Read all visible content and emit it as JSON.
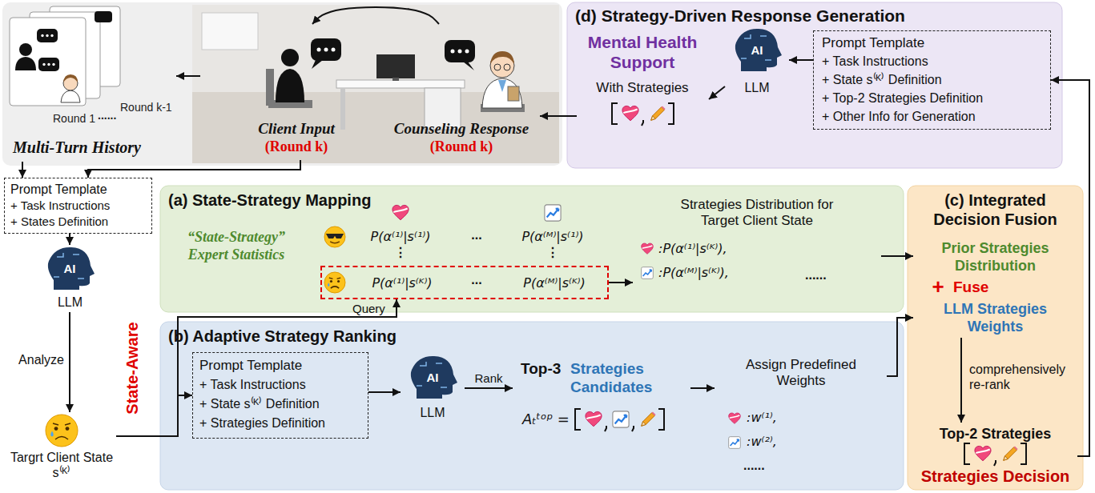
{
  "diagram": {
    "nodes": [
      {
        "text": [
          "Round 1",
          "......",
          "Round k-1",
          "Multi-Turn History"
        ]
      },
      {
        "text": [
          "Client Input",
          "(Round k)"
        ]
      },
      {
        "text": [
          "Counseling Response",
          "(Round k)"
        ]
      },
      {
        "text": [
          "(d) Strategy-Driven Response Generation"
        ]
      },
      {
        "text": [
          "Mental Health Support",
          "With Strategies"
        ],
        "in": 3
      },
      {
        "text": [
          "AI",
          "LLM"
        ],
        "in": 3
      },
      {
        "text": [
          "Prompt Template",
          "+ Task Instructions",
          "+ State s⁽ᴷ⁾ Definition",
          "+ Top-2 Strategies Definition",
          "+ Other Info for Generation"
        ],
        "in": 3
      },
      {
        "text": [
          "Prompt Template",
          "+ Task Instructions",
          "+ States Definition"
        ]
      },
      {
        "text": [
          "AI",
          "LLM"
        ]
      },
      {
        "text": [
          "Targrt Client State s⁽ᴷ⁾"
        ]
      },
      {
        "text": [
          "(a) State-Strategy Mapping",
          "“State-Strategy” Expert Statistics"
        ]
      },
      {
        "text": [
          "P(α⁽¹⁾|s⁽ᴷ⁾)",
          "P(α⁽ᴹ⁾|s⁽ᴷ⁾)"
        ],
        "in": 10
      },
      {
        "text": [
          "Strategies Distribution for Target Client State",
          ":P(α⁽¹⁾|s⁽ᴷ⁾),",
          ":P(α⁽ᴹ⁾|s⁽ᴷ⁾),",
          "......"
        ],
        "in": 10
      },
      {
        "text": [
          "(b) Adaptive Strategy Ranking"
        ]
      },
      {
        "text": [
          "Prompt Template",
          "+ Task Instructions",
          "+ State s⁽ᴷ⁾ Definition",
          "+ Strategies Definition"
        ],
        "in": 13
      },
      {
        "text": [
          "AI",
          "LLM"
        ],
        "in": 13
      },
      {
        "text": [
          "Top-3",
          "Strategies Candidates",
          "Aₜᵗᵒᵖ ="
        ],
        "in": 13
      },
      {
        "text": [
          "Assign Predefined Weights",
          ":w⁽¹⁾,",
          ":w⁽²⁾,",
          "......"
        ],
        "in": 13
      },
      {
        "text": [
          "(c) Integrated Decision Fusion"
        ]
      },
      {
        "text": [
          "Prior Strategies Distribution"
        ],
        "in": 18
      },
      {
        "text": [
          "LLM Strategies Weights"
        ],
        "in": 18
      },
      {
        "text": [
          "Top-2 Strategies",
          "Strategies Decision"
        ],
        "in": 18
      }
    ],
    "edges": [
      {
        "from": 2,
        "to": 1,
        "arrow": "to"
      },
      {
        "from": 1,
        "to": 0,
        "arrow": "to"
      },
      {
        "from": 6,
        "to": 5,
        "arrow": "to"
      },
      {
        "from": 5,
        "to": 4,
        "arrow": "to"
      },
      {
        "from": 4,
        "to": 2,
        "arrow": "to"
      },
      {
        "from": 0,
        "to": 7,
        "arrow": "to"
      },
      {
        "from": 1,
        "to": 7,
        "arrow": "to"
      },
      {
        "from": 7,
        "to": 8,
        "arrow": "to"
      },
      {
        "from": 8,
        "to": 9,
        "arrow": "to",
        "label": "Analyze"
      },
      {
        "from": 9,
        "to": 11,
        "arrow": "to",
        "label": "Query"
      },
      {
        "from": 9,
        "to": 14,
        "arrow": "to"
      },
      {
        "from": 11,
        "to": 12,
        "arrow": "to"
      },
      {
        "from": 12,
        "to": 19,
        "arrow": "to"
      },
      {
        "from": 14,
        "to": 15,
        "arrow": "to"
      },
      {
        "from": 15,
        "to": 16,
        "arrow": "to",
        "label": "Rank"
      },
      {
        "from": 16,
        "to": 17,
        "arrow": "to"
      },
      {
        "from": 17,
        "to": 20,
        "arrow": "to"
      },
      {
        "from": 20,
        "to": 21,
        "arrow": "to",
        "label": "comprehensively re-rank"
      },
      {
        "from": 21,
        "to": 6,
        "arrow": "to"
      }
    ],
    "labels": [
      "State-Aware",
      "P(α⁽¹⁾|s⁽¹⁾)",
      "...",
      "P(α⁽ᴹ⁾|s⁽¹⁾)",
      "⋮",
      "⋮",
      "...",
      "+",
      "Fuse"
    ]
  }
}
